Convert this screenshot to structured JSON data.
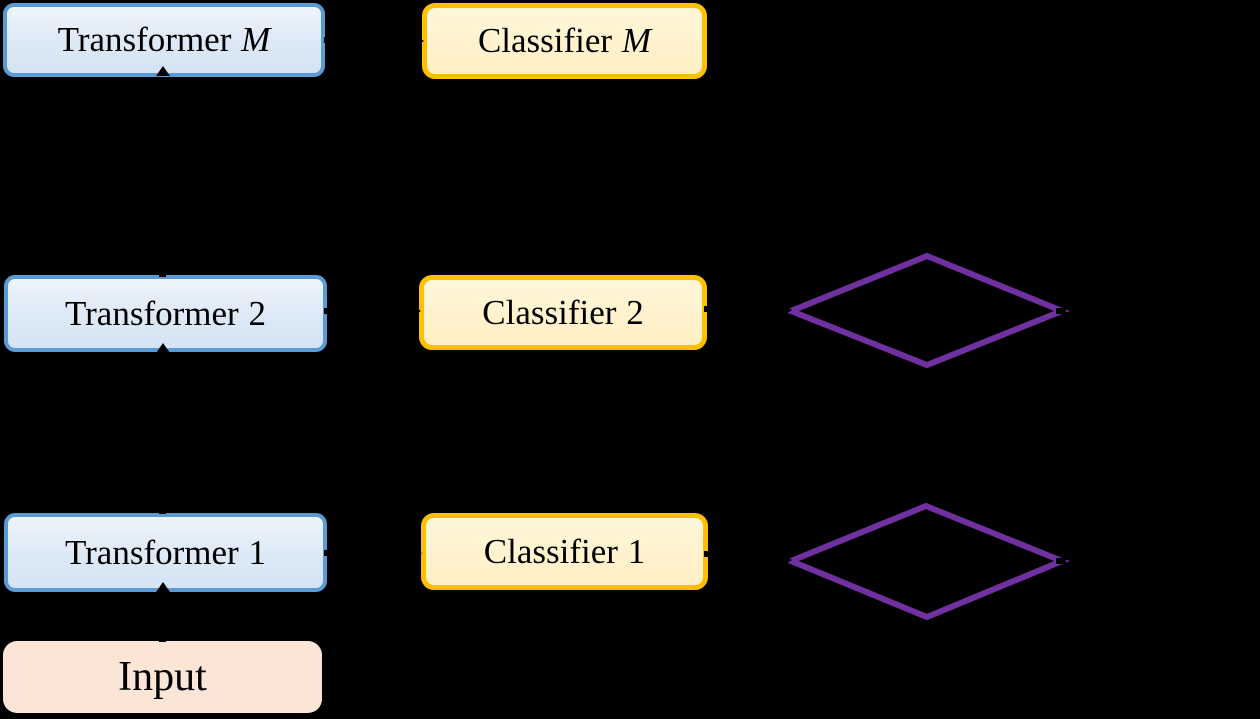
{
  "canvas": {
    "background": "#000000"
  },
  "colors": {
    "transformer_fill": "#DEEAF6",
    "transformer_border": "#5B9BD5",
    "classifier_fill": "#FFF2CC",
    "classifier_border": "#FFC000",
    "input_fill": "#FBE5D6",
    "diamond_stroke": "#7030A0",
    "text": "#000000",
    "background": "#000000"
  },
  "nodes": {
    "transformers": [
      {
        "text": "Transformer",
        "suffix": "M"
      },
      {
        "text": "Transformer",
        "suffix": "2"
      },
      {
        "text": "Transformer",
        "suffix": "1"
      }
    ],
    "classifiers": [
      {
        "text": "Classifier",
        "suffix": "M"
      },
      {
        "text": "Classifier",
        "suffix": "2"
      },
      {
        "text": "Classifier",
        "suffix": "1"
      }
    ],
    "decisions": [
      {
        "id": "decision-2",
        "shape": "diamond"
      },
      {
        "id": "decision-1",
        "shape": "diamond"
      }
    ],
    "input": {
      "text": "Input"
    }
  }
}
